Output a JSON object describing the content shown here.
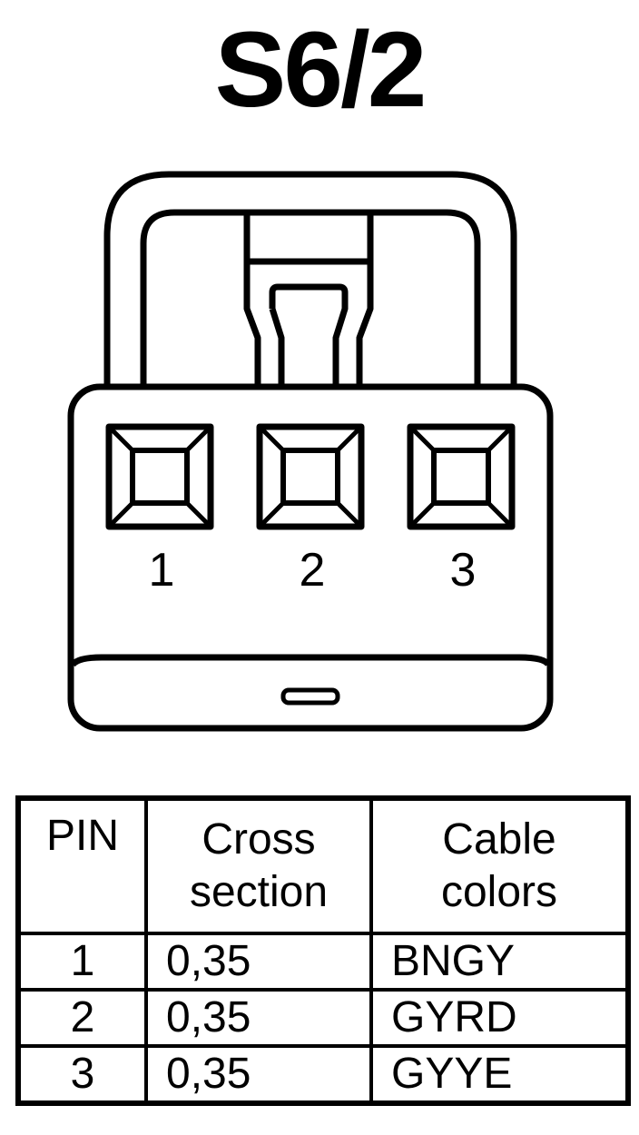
{
  "title": "S6/2",
  "connector": {
    "pin_labels": [
      "1",
      "2",
      "3"
    ]
  },
  "table": {
    "headers": {
      "pin": "PIN",
      "cross_line1": "Cross",
      "cross_line2": "section",
      "color_line1": "Cable",
      "color_line2": "colors"
    },
    "rows": [
      {
        "pin": "1",
        "cross": "0,35",
        "color": "BNGY"
      },
      {
        "pin": "2",
        "cross": "0,35",
        "color": "GYRD"
      },
      {
        "pin": "3",
        "cross": "0,35",
        "color": "GYYE"
      }
    ]
  }
}
